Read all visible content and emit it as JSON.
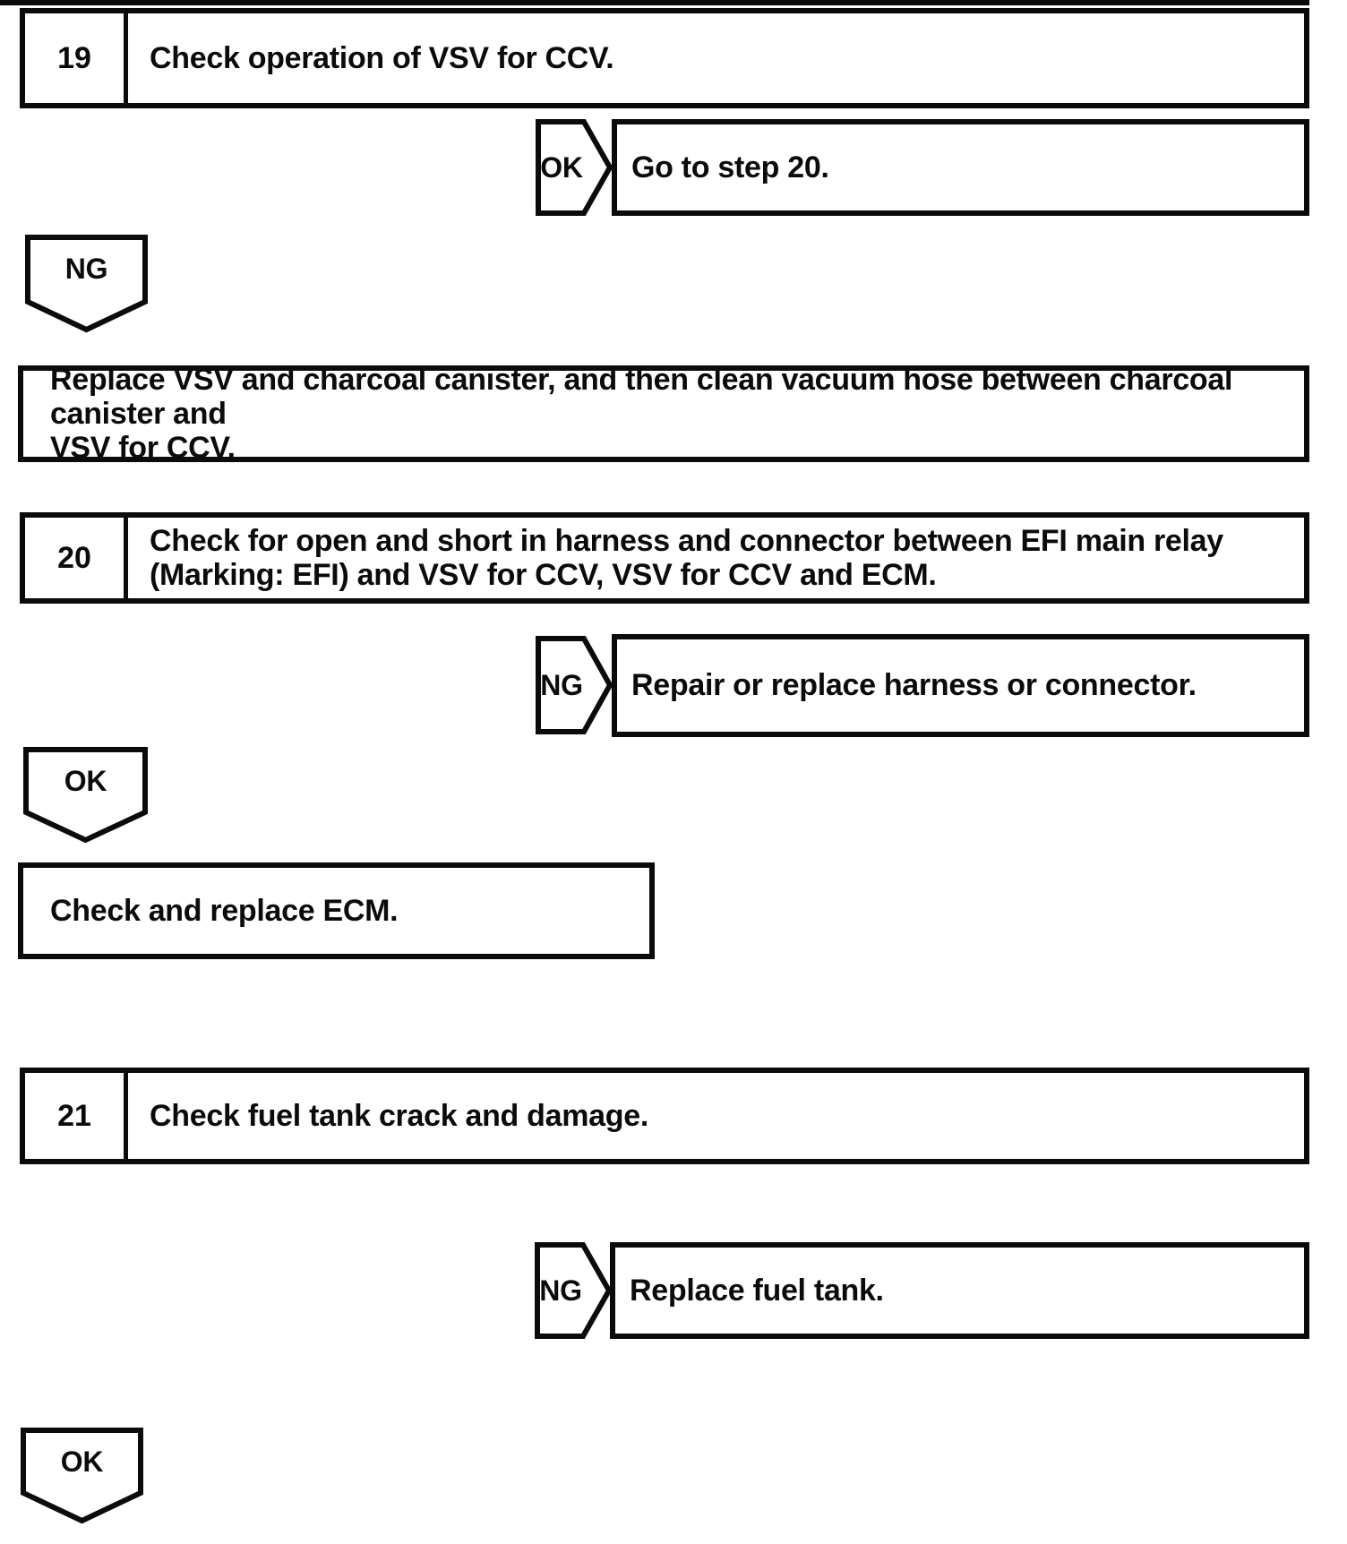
{
  "colors": {
    "ink": "#0b0b0b",
    "paper": "#ffffff"
  },
  "flow": {
    "step19": {
      "number": "19",
      "title": "Check operation of VSV for CCV."
    },
    "step20": {
      "number": "20",
      "title_line1": "Check for open and short in harness and connector between EFI main relay",
      "title_line2": "(Marking: EFI) and VSV for CCV, VSV for CCV and ECM."
    },
    "step21": {
      "number": "21",
      "title": "Check fuel tank crack and damage."
    },
    "connectors": {
      "step19_ok": "OK",
      "step19_ng": "NG",
      "step20_ng": "NG",
      "step20_ok": "OK",
      "step21_ng": "NG",
      "step21_ok": "OK"
    },
    "results": {
      "step19_ok": "Go to step 20.",
      "step20_ng": "Repair or replace harness or connector.",
      "step21_ng": "Replace fuel tank."
    },
    "actions": {
      "step19_ng_line1": "Replace VSV and charcoal canister, and then clean vacuum hose between charcoal canister and",
      "step19_ng_line2": "VSV for CCV.",
      "step20_ok": "Check and replace ECM."
    }
  }
}
